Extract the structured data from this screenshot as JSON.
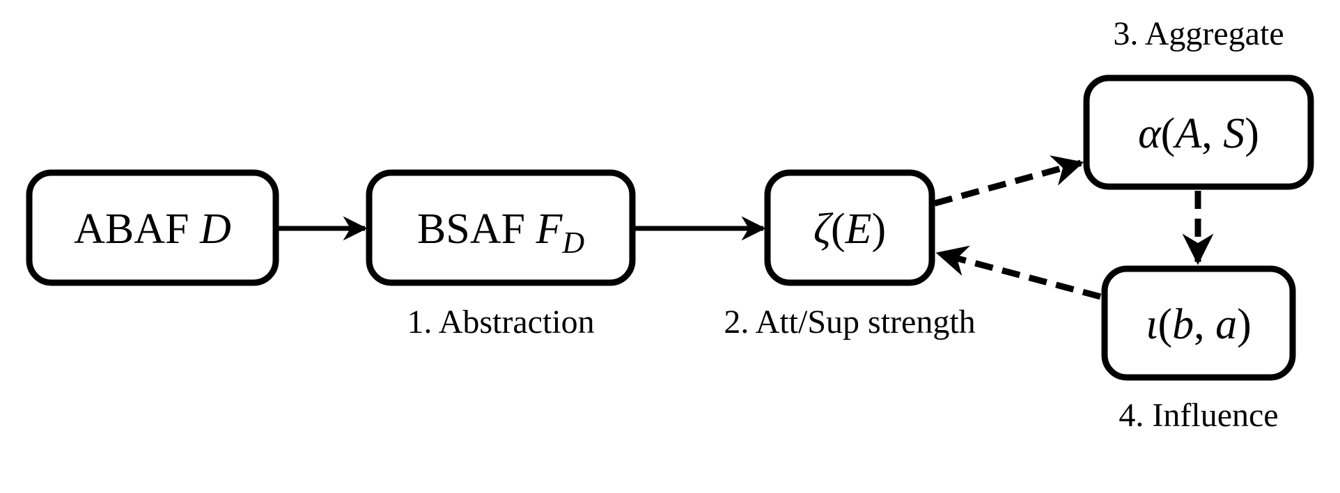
{
  "nodes": {
    "abaf": {
      "prefix": "ABAF",
      "symbol": "D"
    },
    "bsaf": {
      "prefix": "BSAF",
      "symbol": "F",
      "subscript": "D"
    },
    "strength": {
      "func": "ζ",
      "open": "(",
      "arg": "E",
      "close": ")"
    },
    "aggregate": {
      "func": "α",
      "open": "(",
      "arg1": "A",
      "sep": ",",
      "arg2": "S",
      "close": ")"
    },
    "influence": {
      "func": "ι",
      "open": "(",
      "arg1": "b",
      "sep": ",",
      "arg2": "a",
      "close": ")"
    }
  },
  "captions": {
    "abstraction": "1. Abstraction",
    "strength": "2. Att/Sup strength",
    "aggregate": "3. Aggregate",
    "influence": "4. Influence"
  },
  "colors": {
    "stroke": "#000000",
    "fill": "#ffffff"
  }
}
